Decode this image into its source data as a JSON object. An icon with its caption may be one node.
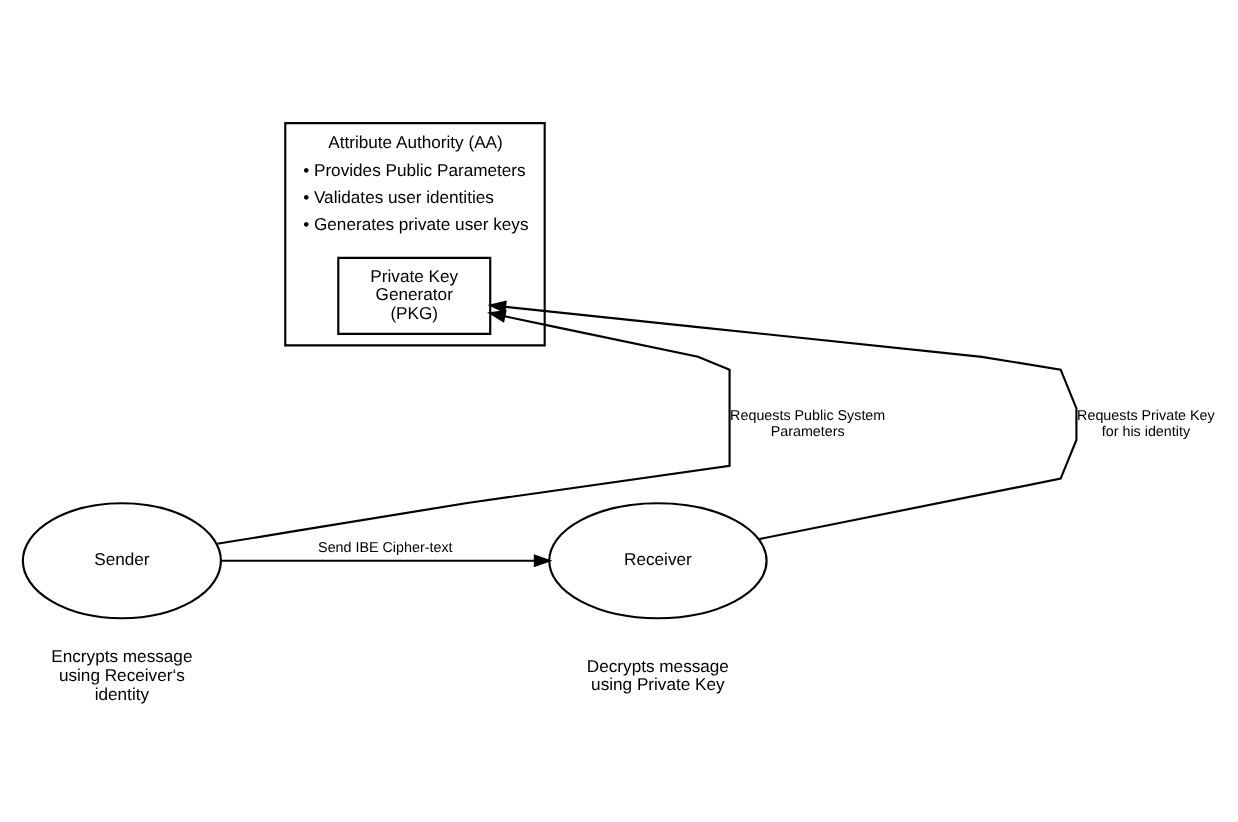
{
  "diagram": {
    "nodes": [
      {
        "text": [
          "Attribute Authority (AA)",
          "• Provides Public Parameters",
          "• Validates user identities",
          "• Generates private user keys"
        ]
      },
      {
        "text": [
          "Private Key Generator (PKG)"
        ],
        "in": 0
      },
      {
        "text": [
          "Sender"
        ],
        "beside": [
          "Encrypts message using Receiver‘s identity"
        ]
      },
      {
        "text": [
          "Receiver"
        ],
        "beside": [
          "Decrypts message using Private Key"
        ]
      }
    ],
    "edges": [
      {
        "from": 2,
        "to": 1,
        "arrow": "to",
        "label": "Requests Public System Parameters"
      },
      {
        "from": 3,
        "to": 1,
        "arrow": "to",
        "label": "Requests Private Key for his identity"
      },
      {
        "from": 2,
        "to": 3,
        "arrow": "to",
        "label": "Send IBE Cipher-text"
      }
    ]
  }
}
